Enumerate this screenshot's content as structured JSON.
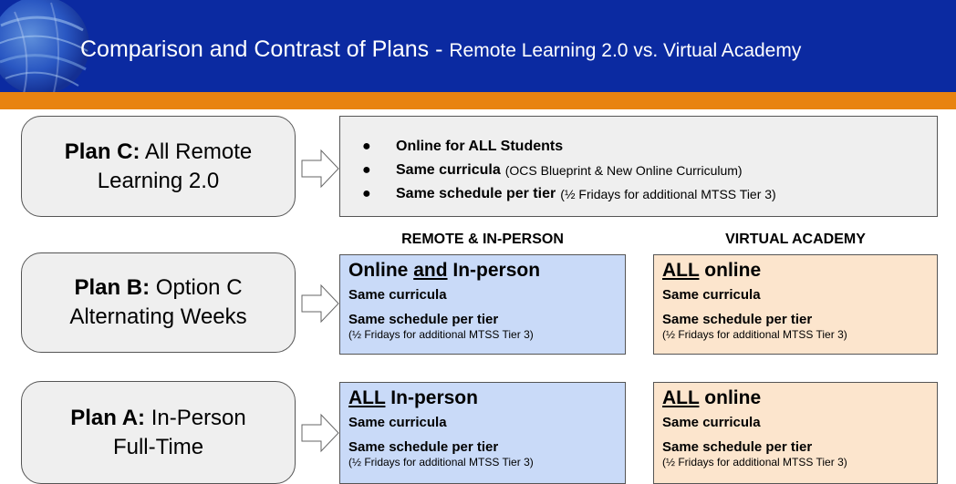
{
  "header": {
    "title_main": "Comparison and Contrast of Plans - ",
    "title_sub": "Remote Learning  2.0 vs. Virtual Academy"
  },
  "plans": [
    {
      "bold": "Plan C:",
      "rest": " All Remote",
      "line2": "Learning 2.0"
    },
    {
      "bold": "Plan B:",
      "rest": " Option C",
      "line2": "Alternating Weeks"
    },
    {
      "bold": "Plan A:",
      "rest": " In-Person",
      "line2": "Full-Time"
    }
  ],
  "plan_c": {
    "bullet": "●",
    "items": [
      {
        "label": "Online for ALL Students",
        "note": ""
      },
      {
        "label": "Same curricula",
        "note": "(OCS Blueprint & New Online Curriculum)"
      },
      {
        "label": "Same schedule per tier",
        "note": "(½ Fridays for additional MTSS Tier 3)"
      }
    ]
  },
  "columns": {
    "left": "REMOTE & IN-PERSON",
    "right": "VIRTUAL ACADEMY"
  },
  "plan_b": {
    "left": {
      "head_a": "Online ",
      "head_u": "and",
      "head_b": " In-person",
      "curricula": "Same curricula",
      "schedule": "Same schedule per tier",
      "note": "(½ Fridays for additional  MTSS Tier 3)"
    },
    "right": {
      "head_u": "ALL",
      "head_b": " online",
      "curricula": "Same curricula",
      "schedule": "Same schedule per tier",
      "note": "(½ Fridays for additional  MTSS Tier 3)"
    }
  },
  "plan_a": {
    "left": {
      "head_u": "ALL",
      "head_b": " In-person",
      "curricula": "Same curricula",
      "schedule": "Same schedule per tier",
      "note": "(½ Fridays for additional  MTSS Tier 3)"
    },
    "right": {
      "head_u": "ALL",
      "head_b": " online",
      "curricula": "Same curricula",
      "schedule": "Same schedule per tier",
      "note": "(½ Fridays for additional  MTSS Tier 3)"
    }
  },
  "colors": {
    "header_blue": "#0b2aa1",
    "orange": "#e88310",
    "plan_gray": "#efefef",
    "remote_blue": "#c9daf8",
    "virtual_peach": "#fce5cd"
  },
  "icons": [
    "globe-logo",
    "arrow-right-icon"
  ]
}
